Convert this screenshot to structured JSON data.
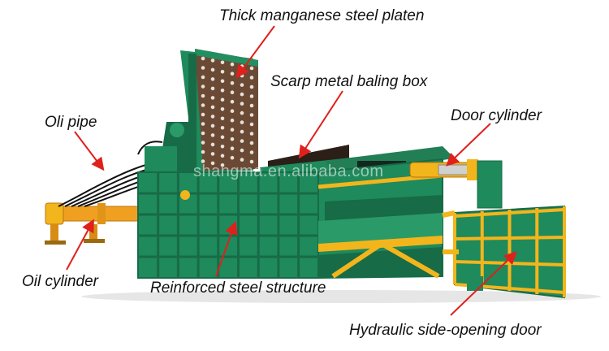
{
  "labels": {
    "platen": "Thick manganese steel platen",
    "baling_box": "Scarp metal baling box",
    "oil_pipe": "Oli pipe",
    "door_cylinder": "Door cylinder",
    "oil_cylinder": "Oil cylinder",
    "steel_structure": "Reinforced steel structure",
    "side_door": "Hydraulic side-opening door"
  },
  "watermark": "shangma.en.alibaba.com",
  "colors": {
    "machine_green": "#1f8a5c",
    "machine_dark_green": "#176b47",
    "frame_yellow": "#f3b51c",
    "cylinder_orange": "#f0a020",
    "platen_brown": "#6b4a35",
    "arrow_red": "#e0201b",
    "label_text": "#111111"
  }
}
